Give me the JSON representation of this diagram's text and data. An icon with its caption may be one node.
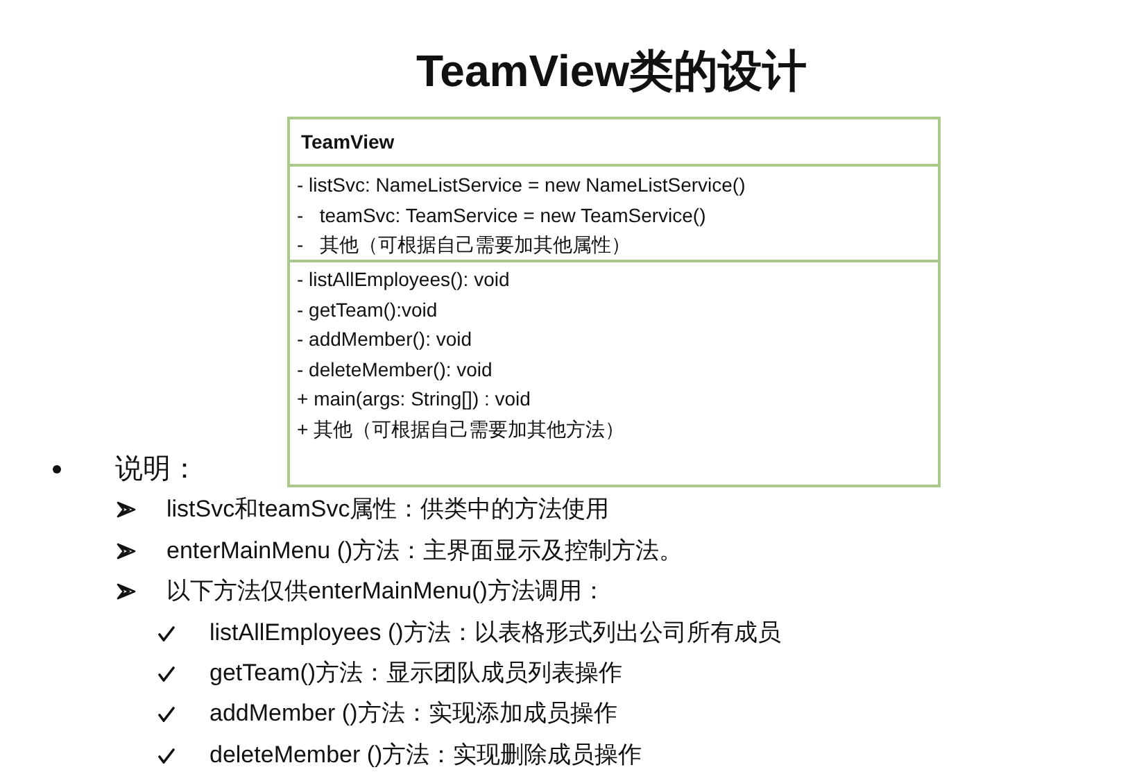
{
  "diagram": {
    "title": "TeamView类的设计",
    "nodes": [
      {
        "text": [
          "TeamView"
        ]
      },
      {
        "text": [
          "- listSvc: NameListService = new NameListService()",
          "-   teamSvc: TeamService = new TeamService()",
          "-   其他（可根据自己需要加其他属性）"
        ],
        "in": 0
      },
      {
        "text": [
          "- listAllEmployees(): void",
          "- getTeam():void",
          "- addMember(): void",
          "- deleteMember(): void",
          "+ main(args: String[]) : void",
          "+ 其他（可根据自己需要加其他方法）"
        ],
        "in": 0
      }
    ],
    "labels": [
      "说明：",
      "listSvc和teamSvc属性：供类中的方法使用",
      "enterMainMenu ()方法：主界面显示及控制方法。",
      "以下方法仅供enterMainMenu()方法调用：",
      "listAllEmployees ()方法：以表格形式列出公司所有成员",
      "getTeam()方法：显示团队成员列表操作",
      "addMember ()方法：实现添加成员操作",
      "deleteMember ()方法：实现删除成员操作"
    ]
  }
}
